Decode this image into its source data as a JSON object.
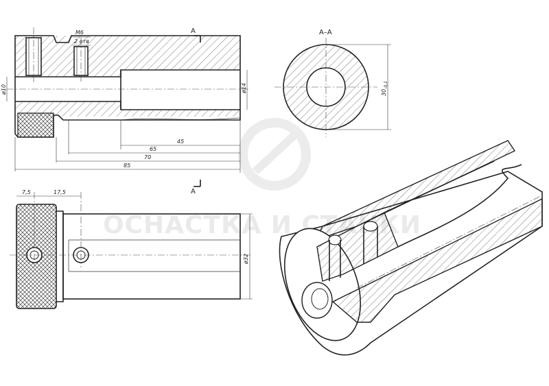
{
  "sheet": {
    "section_label": "А–А",
    "cut_marker": "А",
    "watermark_text": "ОСНАСТКА И СТАНКИ",
    "colors": {
      "line": "#222222",
      "hatch": "#555555",
      "background": "#ffffff",
      "watermark": "#d9d9d9"
    }
  },
  "front_view": {
    "thread_note": "М6",
    "holes_note": "2 отв",
    "dia_bore_left": "ø10",
    "dia_bore_right": "ø14",
    "dims": {
      "d45": "45",
      "d65": "65",
      "d70": "70",
      "d85": "85"
    }
  },
  "section_view": {
    "dia_outer": "30",
    "dia_outer_tol": "-0,1"
  },
  "bottom_view": {
    "dim_a": "7,5",
    "dim_b": "17,5",
    "dia_outer": "ø32"
  }
}
